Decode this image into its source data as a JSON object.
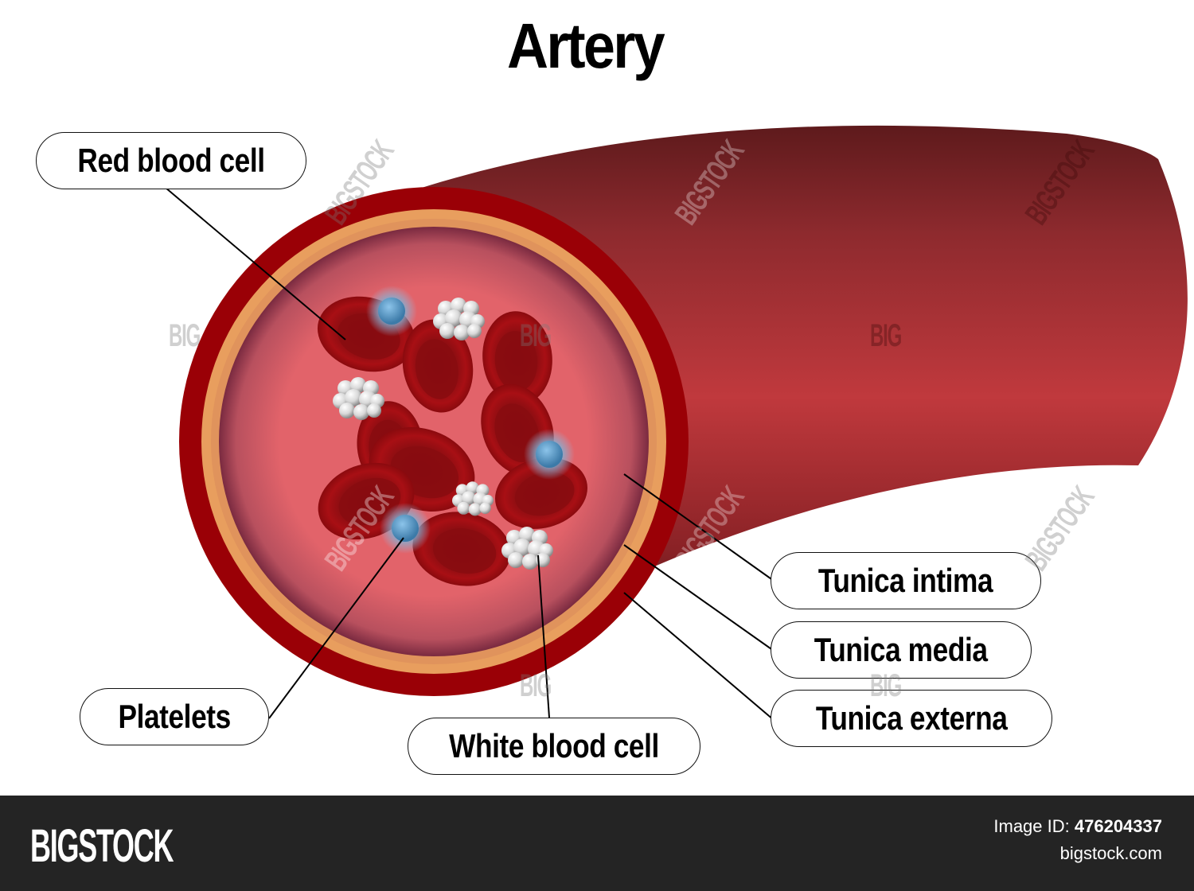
{
  "title": "Artery",
  "labels": {
    "red_blood_cell": "Red blood cell",
    "platelets": "Platelets",
    "white_blood_cell": "White blood cell",
    "tunica_intima": "Tunica intima",
    "tunica_media": "Tunica media",
    "tunica_externa": "Tunica externa"
  },
  "watermark": {
    "short": "BIG",
    "long": "BIGSTOCK"
  },
  "footer": {
    "logo": "BIGSTOCK",
    "image_id_label": "Image ID:",
    "image_id": "476204337",
    "site": "bigstock.com"
  },
  "colors": {
    "vessel_outer": "#9a0006",
    "vessel_body": "#b2383c",
    "tunica_media": "#e39a5a",
    "lumen": "#e06268",
    "rbc": "#a10e12",
    "wbc_nucleus": "#5a9ac8",
    "platelet": "#e8e8e8",
    "footer_bg": "#242424"
  }
}
